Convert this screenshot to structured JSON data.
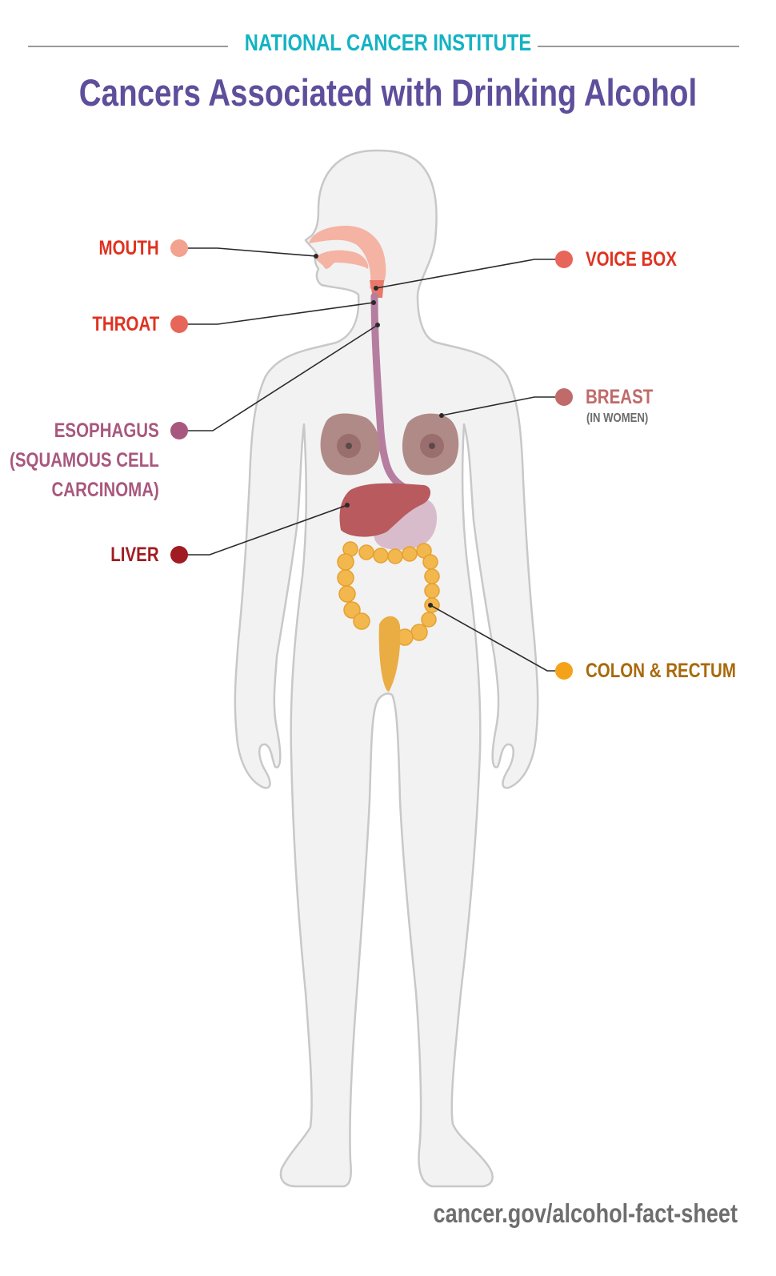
{
  "header": {
    "organization": "NATIONAL CANCER INSTITUTE",
    "title": "Cancers Associated with Drinking Alcohol"
  },
  "colors": {
    "organization": "#13b3c3",
    "title": "#5e4e9b",
    "body_fill": "#f2f2f2",
    "body_outline": "#c8c8c8",
    "leader_line": "#2a2a2a",
    "footer": "#6e6e6e"
  },
  "labels": {
    "left": [
      {
        "id": "mouth",
        "text": "MOUTH",
        "color": "#e0311f",
        "dot_color": "#f2a28e"
      },
      {
        "id": "throat",
        "text": "THROAT",
        "color": "#e0311f",
        "dot_color": "#e8655a"
      },
      {
        "id": "esophagus",
        "lines": [
          "ESOPHAGUS",
          "(SQUAMOUS CELL",
          "CARCINOMA)"
        ],
        "color": "#a8587e",
        "dot_color": "#a8587e"
      },
      {
        "id": "liver",
        "text": "LIVER",
        "color": "#a11c22",
        "dot_color": "#a11c22"
      }
    ],
    "right": [
      {
        "id": "voice-box",
        "text": "VOICE BOX",
        "color": "#e0311f",
        "dot_color": "#e8655a"
      },
      {
        "id": "breast",
        "text": "BREAST",
        "sub": "(IN WOMEN)",
        "color": "#c06a6a",
        "dot_color": "#c06a6a"
      },
      {
        "id": "colon-rectum",
        "text": "COLON & RECTUM",
        "color": "#a8690b",
        "dot_color": "#f5a21b"
      }
    ]
  },
  "footer": {
    "url": "cancer.gov/alcohol-fact-sheet"
  }
}
